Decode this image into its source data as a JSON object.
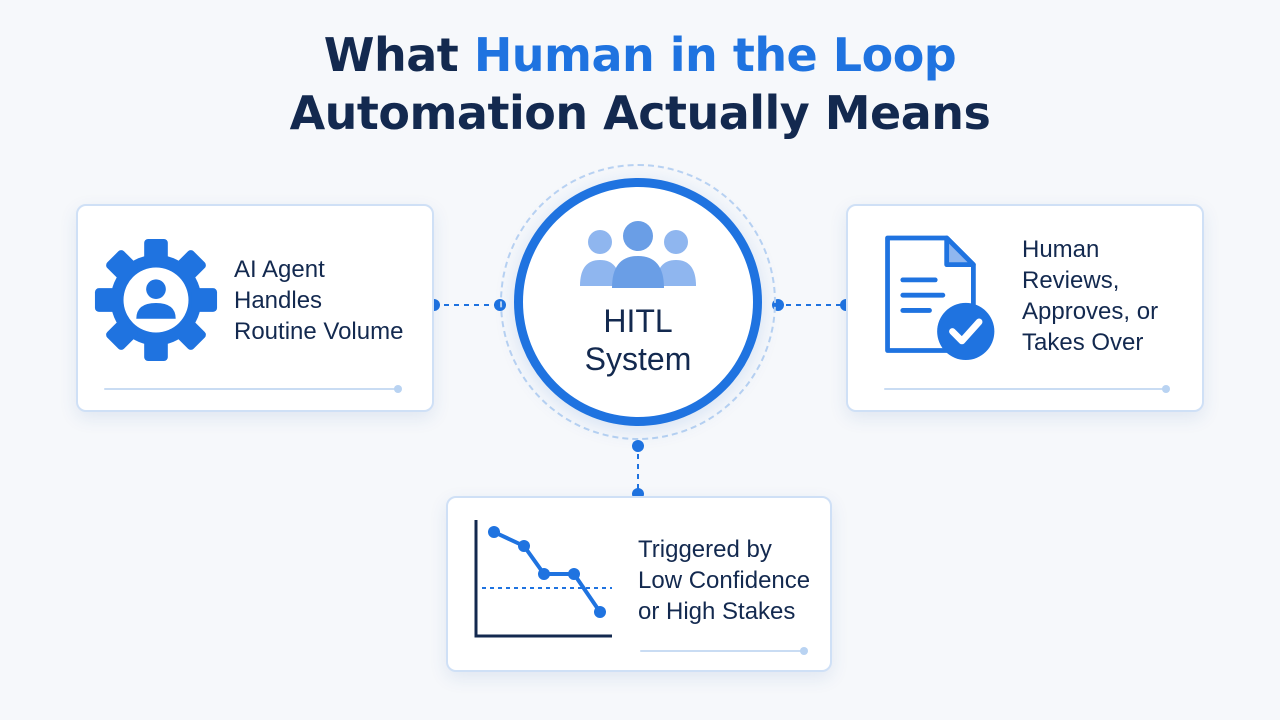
{
  "title": {
    "part1": "What ",
    "accent": "Human in the Loop",
    "line2": "Automation Actually Means"
  },
  "hub": {
    "label": "HITL\nSystem"
  },
  "cards": {
    "left": {
      "text": "AI Agent\nHandles\nRoutine Volume",
      "icon": "gear-person-icon"
    },
    "right": {
      "text": "Human\nReviews,\nApproves, or\nTakes Over",
      "icon": "document-check-icon"
    },
    "bottom": {
      "text": "Triggered by\nLow Confidence\nor High Stakes",
      "icon": "declining-chart-icon"
    }
  },
  "colors": {
    "accent": "#1f73e0",
    "title": "#13294f",
    "light_accent": "#8fb6ef",
    "card_border": "#cfe0f6"
  }
}
